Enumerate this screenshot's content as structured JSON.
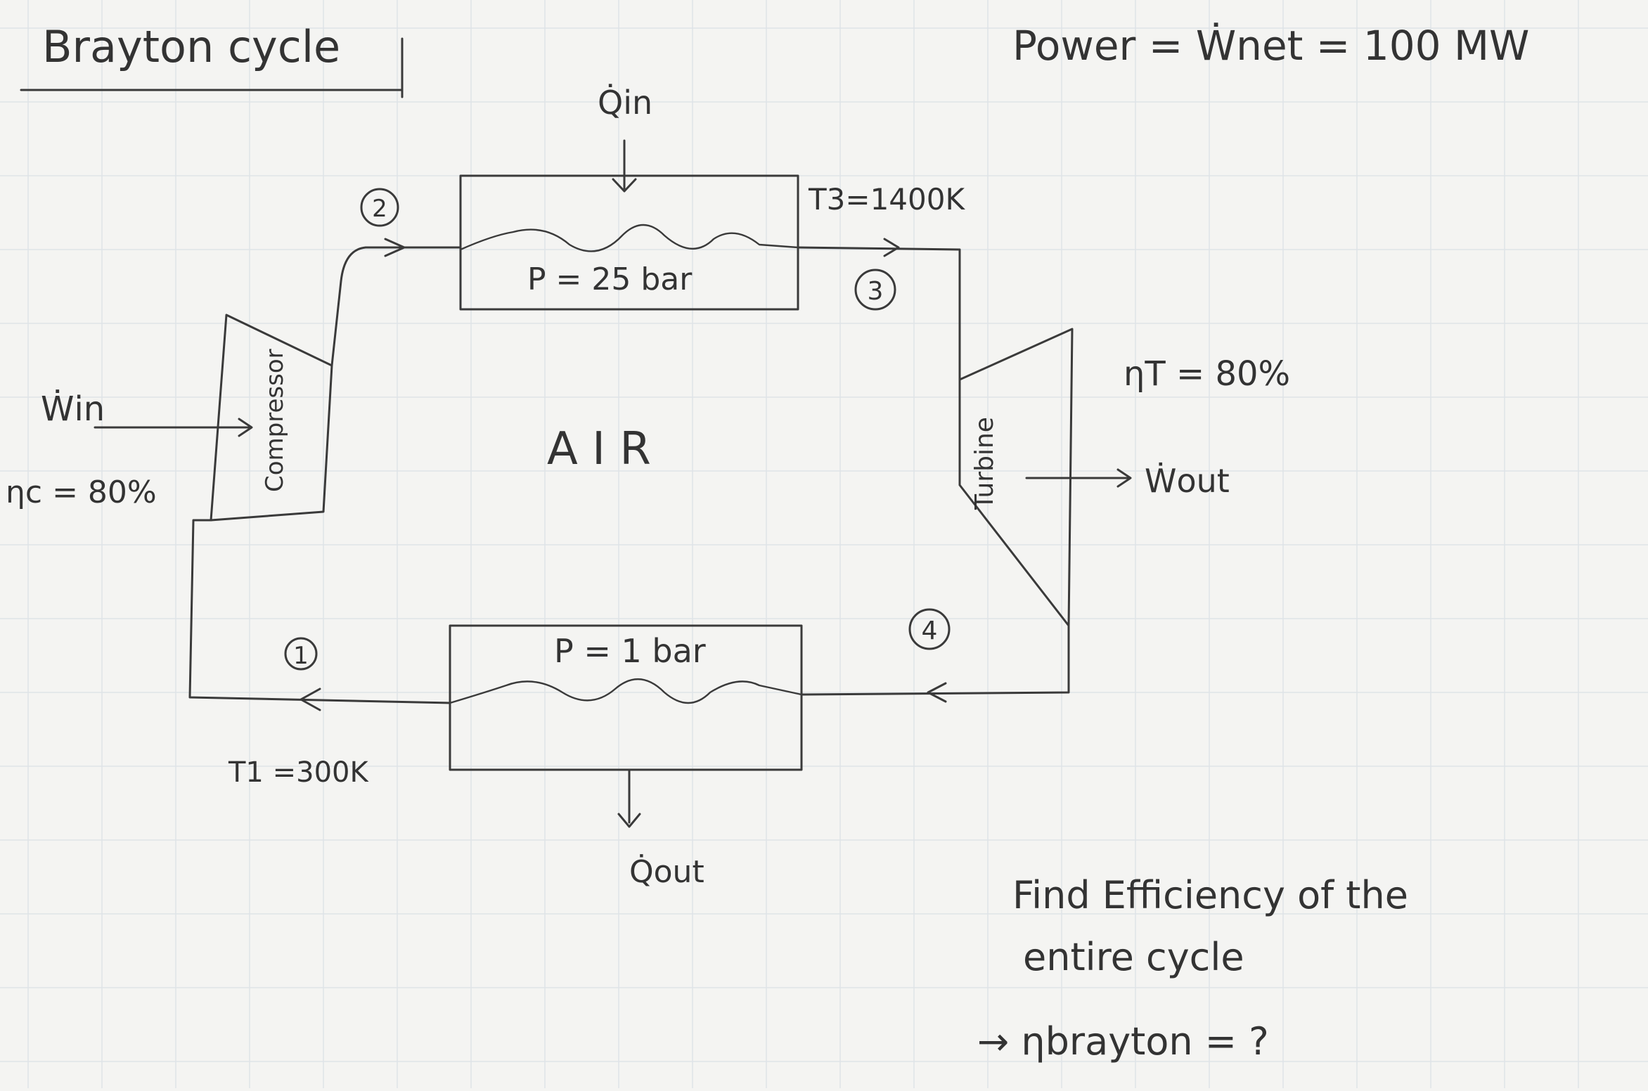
{
  "title": "Brayton cycle",
  "power": "Power = Ẇnet = 100 MW",
  "q_in": "Q̇in",
  "q_out": "Q̇out",
  "w_in": "Ẇin",
  "w_out": "Ẇout",
  "eta_c": "ηc = 80%",
  "eta_t": "ηT = 80%",
  "t3": "T3=1400K",
  "t1": "T1 =300K",
  "p_high": "P = 25 bar",
  "p_low": "P = 1 bar",
  "fluid": "A I R",
  "compressor": "Compressor",
  "turbine": "Turbine",
  "states": [
    "1",
    "2",
    "3",
    "4"
  ],
  "question_line1": "Find Efficiency of the",
  "question_line2": "entire cycle",
  "question_line3": "→  ηbrayton = ?"
}
